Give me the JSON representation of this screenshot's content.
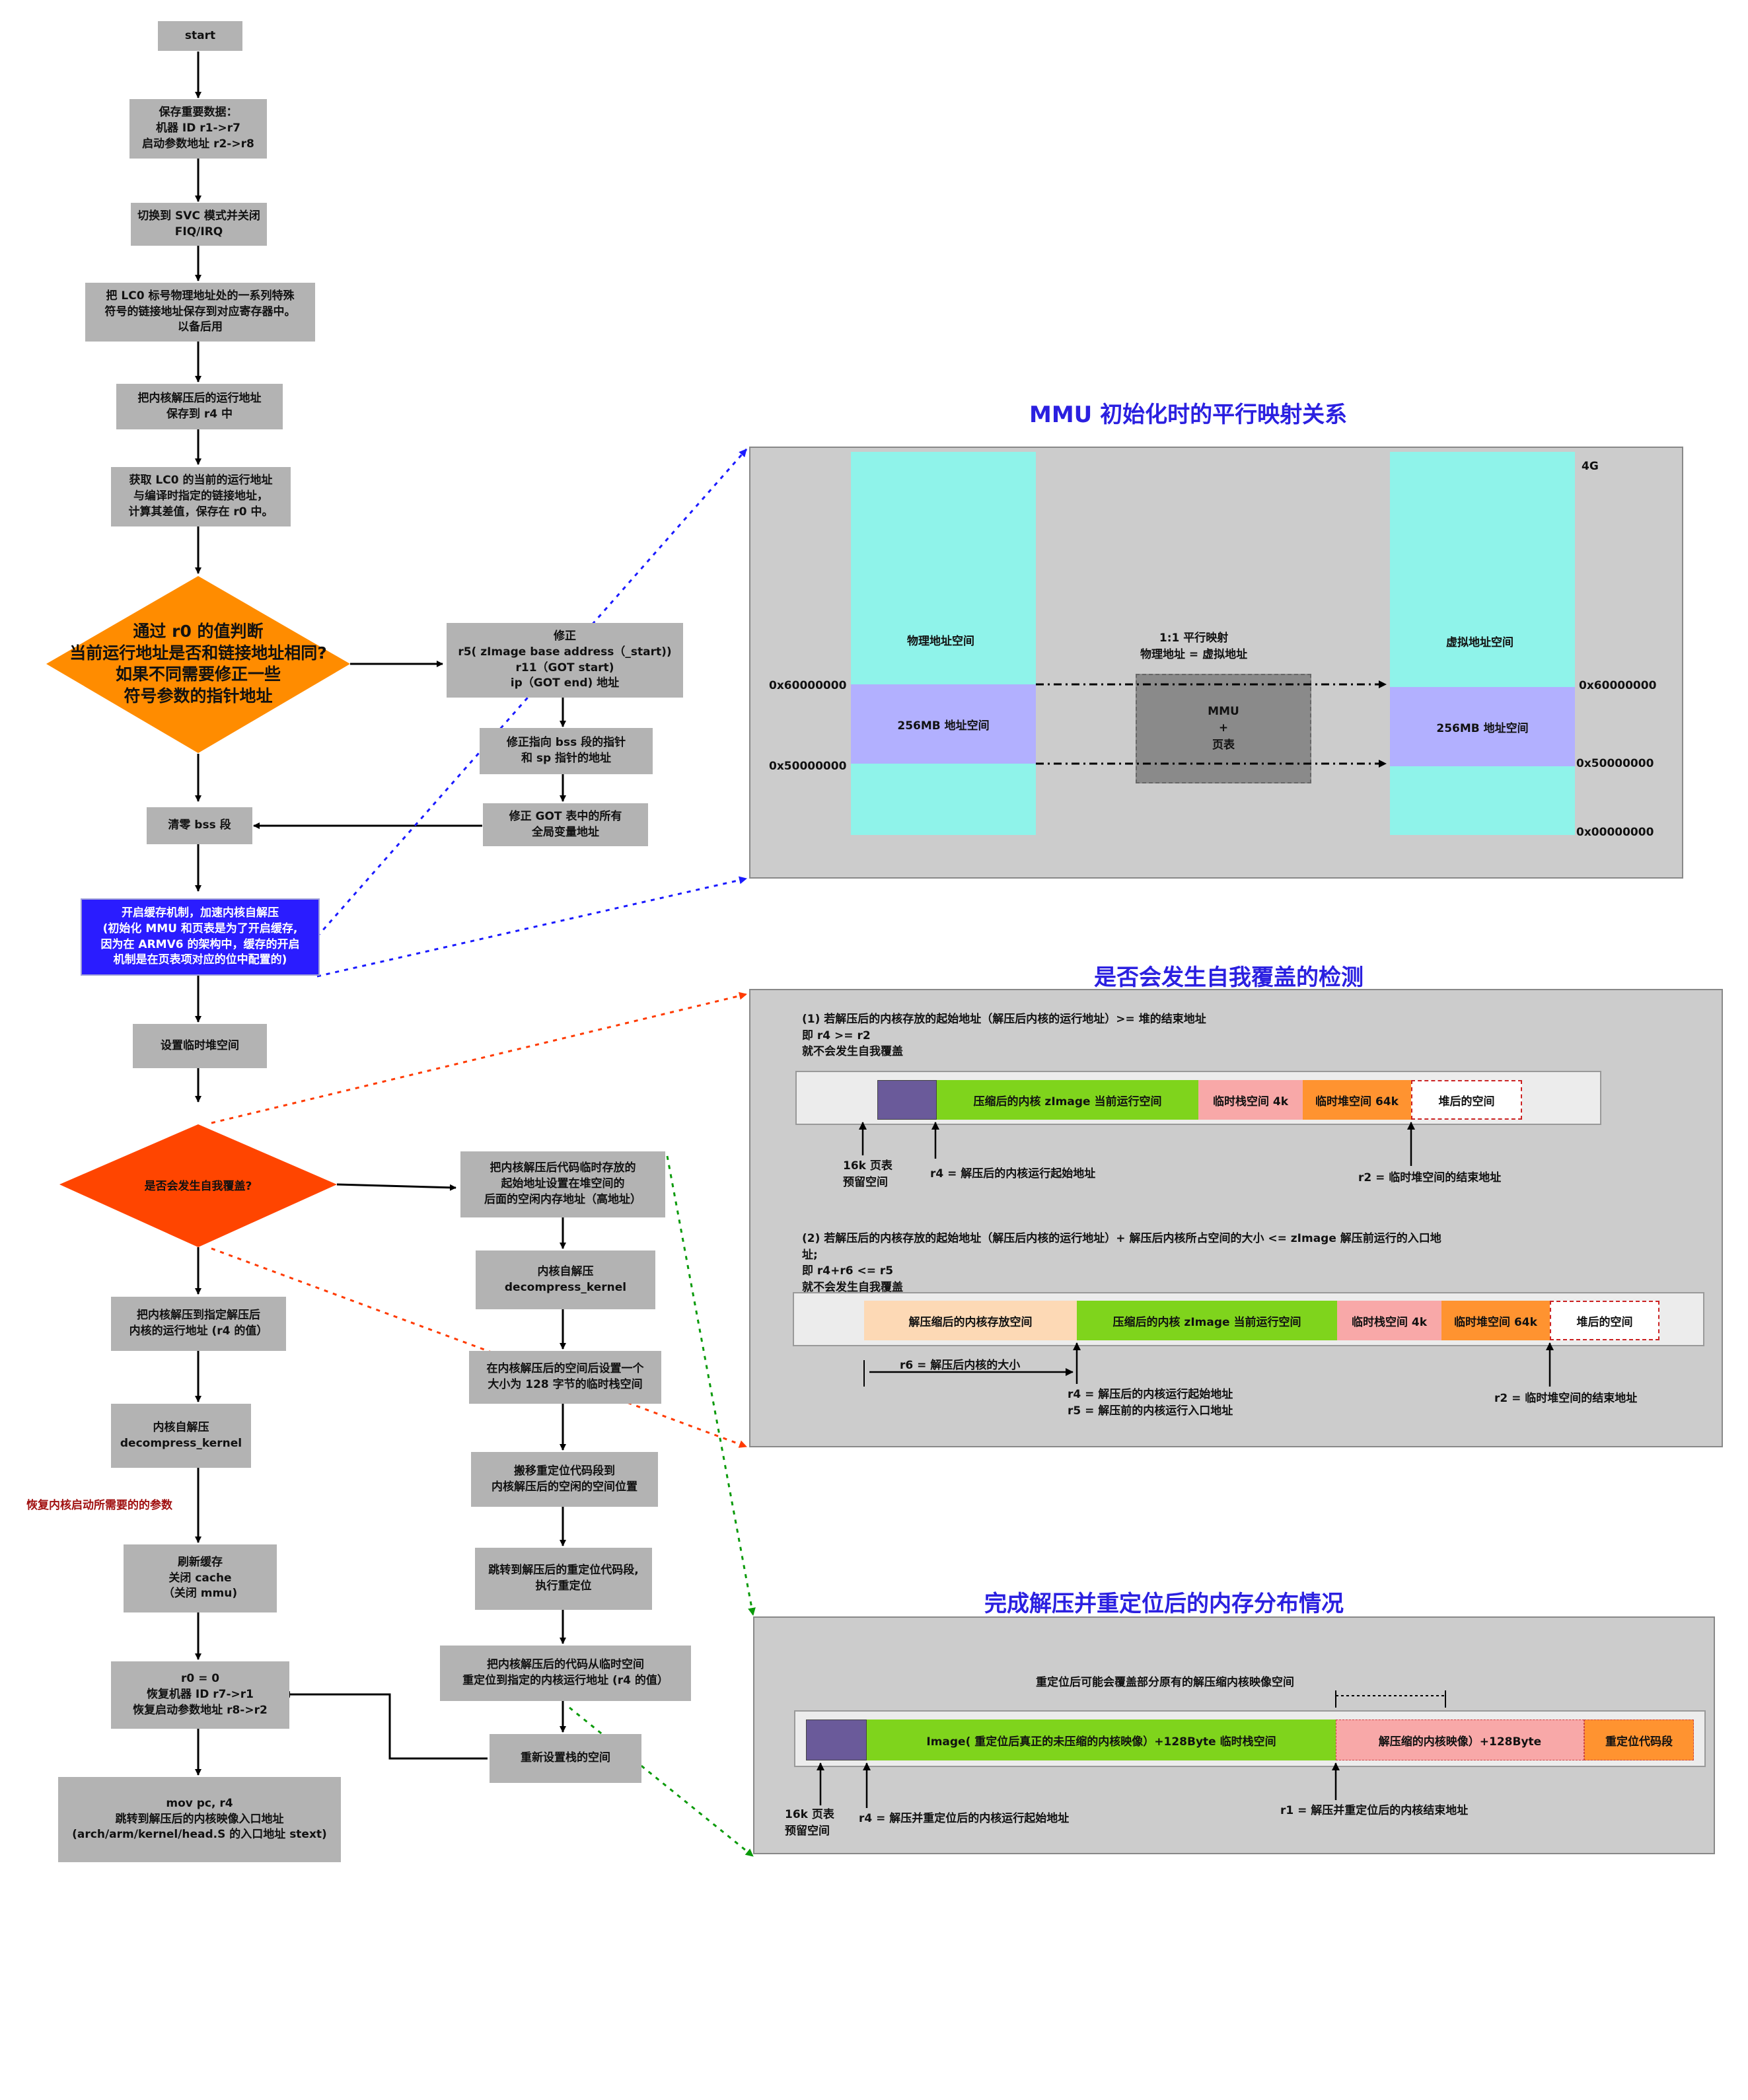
{
  "flow": {
    "start": "start",
    "save_data": "保存重要数据：\n机器 ID r1->r7\n启动参数地址  r2->r8",
    "svc_mode": "切换到 SVC 模式并关闭\nFIQ/IRQ",
    "lc0_save": "把 LC0  标号物理地址处的一系列特殊\n符号的链接地址保存到对应寄存器中。\n以备后用",
    "save_r4": "把内核解压后的运行地址\n保存到 r4 中",
    "get_lc0": "获取 LC0 的当前的运行地址\n与编译时指定的链接地址，\n计算其差值，保存在 r0 中。",
    "decision_r0": "通过 r0 的值判断\n当前运行地址是否和链接地址相同?\n如果不同需要修正一些\n符号参数的指针地址",
    "fix_regs": "修正\nr5( zImage base address（_start))\nr11（GOT start)\nip（GOT end) 地址",
    "fix_bss_sp": "修正指向 bss 段的指针\n和 sp 指针的地址",
    "fix_got": "修正 GOT 表中的所有\n全局变量地址",
    "clear_bss": "清零 bss 段",
    "enable_cache": "开启缓存机制，加速内核自解压\n(初始化 MMU 和页表是为了开启缓存,\n因为在 ARMV6 的架构中，缓存的开启\n机制是在页表项对应的位中配置的)",
    "set_heap": "设置临时堆空间",
    "decision_overlap": "是否会发生自我覆盖?",
    "set_temp_addr": "把内核解压后代码临时存放的\n起始地址设置在堆空间的\n后面的空闲内存地址（高地址）",
    "decompress_right": "内核自解压\ndecompress_kernel",
    "set_stack_128": "在内核解压后的空间后设置一个\n大小为 128 字节的临时栈空间",
    "move_reloc": "搬移重定位代码段到\n内核解压后的空闲的空间位置",
    "jump_reloc": "跳转到解压后的重定位代码段,\n执行重定位",
    "reloc_kernel": "把内核解压后的代码从临时空间\n重定位到指定的内核运行地址 (r4 的值）",
    "reset_stack": "重新设置栈的空间",
    "decompress_to_r4": "把内核解压到指定解压后\n内核的运行地址 (r4 的值）",
    "decompress_left": "内核自解压\ndecompress_kernel",
    "restore_note": "恢复内核启动所需要的的参数",
    "flush_cache": "刷新缓存\n关闭 cache\n（关闭 mmu)",
    "restore_regs": "r0 = 0\n恢复机器 ID r7->r1\n恢复启动参数地址  r8->r2",
    "jump_kernel": "mov pc, r4\n跳转到解压后的内核映像入口地址\n(arch/arm/kernel/head.S 的入口地址 stext)"
  },
  "mmu_panel": {
    "title": "MMU 初始化时的平行映射关系",
    "label_4g": "4G",
    "phys_space": "物理地址空间",
    "virt_space": "虚拟地址空间",
    "phys_256": "256MB 地址空间",
    "virt_256": "256MB 地址空间",
    "mapping_text": "1:1 平行映射\n物理地址  =  虚拟地址",
    "mmu_box": "MMU\n+\n页表",
    "left_top_addr": "0x60000000",
    "left_bottom_addr": "0x50000000",
    "right_top_addr": "0x60000000",
    "right_mid_addr": "0x50000000",
    "right_bottom_addr": "0x00000000"
  },
  "overlap_panel": {
    "title": "是否会发生自我覆盖的检测",
    "case1_text": "(1) 若解压后的内核存放的起始地址（解压后内核的运行地址）>=  堆的结束地址\n    即 r4 >= r2\n就不会发生自我覆盖",
    "c1_compressed": "压缩后的内核 zImage 当前运行空间",
    "c1_stack": "临时栈空间 4k",
    "c1_heap": "临时堆空间 64k",
    "c1_after": "堆后的空间",
    "c1_page": "16k 页表\n预留空间",
    "c1_r4": "r4 =  解压后的内核运行起始地址",
    "c1_r2": "r2 =  临时堆空间的结束地址",
    "case2_text": "(2) 若解压后的内核存放的起始地址（解压后内核的运行地址）+  解压后内核所占空间的大小 <= zImage 解压前运行的入口地\n址;\n    即 r4+r6 <= r5\n就不会发生自我覆盖",
    "c2_decompressed": "解压缩后的内核存放空间",
    "c2_compressed": "压缩后的内核 zImage 当前运行空间",
    "c2_stack": "临时栈空间 4k",
    "c2_heap": "临时堆空间 64k",
    "c2_after": "堆后的空间",
    "c2_r6": "r6 =  解压后内核的大小",
    "c2_r4r5": "r4 =  解压后的内核运行起始地址\nr5 =  解压前的内核运行入口地址",
    "c2_r2": "r2 =  临时堆空间的结束地址"
  },
  "final_panel": {
    "title": "完成解压并重定位后的内存分布情况",
    "overwrite_note": "重定位后可能会覆盖部分原有的解压缩内核映像空间",
    "image_band": "Image( 重定位后真正的未压缩的内核映像）+128Byte 临时栈空间",
    "decompressed_band": "解压缩的内核映像）+128Byte",
    "reloc_band": "重定位代码段",
    "page_label": "16k 页表\n预留空间",
    "r4_label": "r4 =  解压并重定位后的内核运行起始地址",
    "r1_label": "r1 =  解压并重定位后的内核结束地址"
  },
  "colors": {
    "node_gray": "#b3b3b3",
    "orange_diamond": "#ff8c00",
    "red_diamond": "#ff4500",
    "blue_box": "#2a1cff",
    "cyan": "#8ff3ea",
    "lavender": "#b2b0ff",
    "green": "#7fd41c",
    "pink": "#f8a8a8",
    "orange_band": "#ff9330",
    "peach": "#fdd9b5",
    "purple": "#6a5a9a",
    "title_blue": "#2b20e0"
  }
}
